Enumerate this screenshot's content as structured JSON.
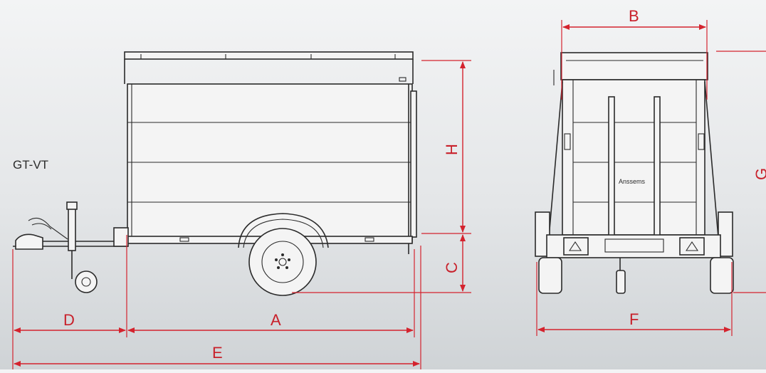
{
  "model": "GT-VT",
  "brand_plate": "Anssems",
  "colors": {
    "dimension": "#d4232e",
    "line": "#2a2a2a",
    "background": "#e8eaeb"
  },
  "dimensions": {
    "A": "A",
    "B": "B",
    "C": "C",
    "D": "D",
    "E": "E",
    "F": "F",
    "G": "G",
    "H": "H"
  }
}
